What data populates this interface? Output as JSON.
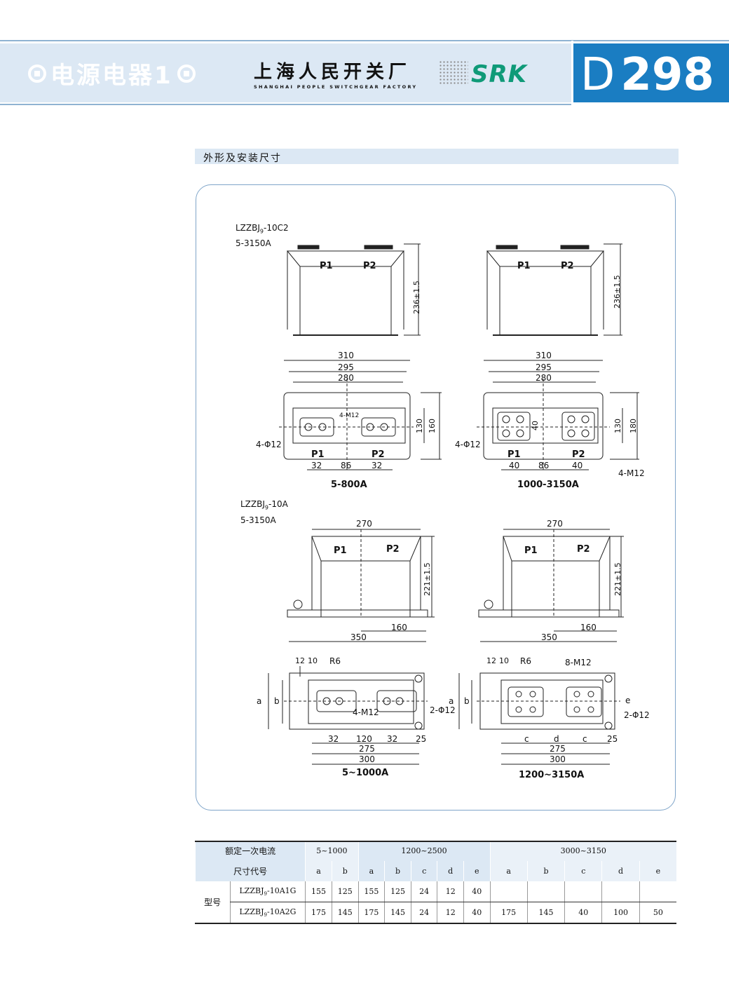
{
  "header": {
    "section_title": "电源电器1",
    "company_cn": "上海人民开关厂",
    "company_en": "SHANGHAI PEOPLE SWITCHGEAR FACTORY",
    "brand": "SRK",
    "page_letter": "D",
    "page_number": "298",
    "icons": [
      "circle-bullet-icon",
      "dot-grid-icon"
    ]
  },
  "section": {
    "title": "外形及安装尺寸"
  },
  "drawings": {
    "model_c2": "LZZBJ",
    "model_c2_sub": "9",
    "model_c2_suffix": "-10C2",
    "model_c2_range": "5-3150A",
    "model_a": "LZZBJ",
    "model_a_sub": "9",
    "model_a_suffix": "-10A",
    "model_a_range": "5-3150A",
    "p1": "P1",
    "p2": "P2",
    "h236": "236±1.5",
    "h221": "221±1.5",
    "d310": "310",
    "d295": "295",
    "d280": "280",
    "d130": "130",
    "d160": "160",
    "d180": "180",
    "d40": "40",
    "d32": "32",
    "d86": "86",
    "m12_4": "4-M12",
    "m12_8": "8-M12",
    "phi12_4": "4-Φ12",
    "phi12_2": "2-Φ12",
    "cap_800": "5-800A",
    "cap_3150": "1000-3150A",
    "d270": "270",
    "d350": "350",
    "d12": "12",
    "d10": "10",
    "r6": "R6",
    "a": "a",
    "b": "b",
    "c": "c",
    "d": "d",
    "e": "e",
    "d120": "120",
    "d25": "25",
    "d275": "275",
    "d300": "300",
    "cap_1000": "5~1000A",
    "cap_1200": "1200~3150A"
  },
  "spec_table": {
    "header_label": "额定一次电流",
    "groups": [
      "5~1000",
      "1200~2500",
      "3000~3150"
    ],
    "dim_label": "尺寸代号",
    "dim_codes": [
      "a",
      "b",
      "a",
      "b",
      "c",
      "d",
      "e",
      "a",
      "b",
      "c",
      "d",
      "e"
    ],
    "category_label": "型号",
    "rows": [
      {
        "model": "LZZBJ",
        "model_sub": "9",
        "model_suffix": "-10A1G",
        "values": [
          "155",
          "125",
          "155",
          "125",
          "24",
          "12",
          "40",
          "",
          "",
          "",
          "",
          ""
        ]
      },
      {
        "model": "LZZBJ",
        "model_sub": "9",
        "model_suffix": "-10A2G",
        "values": [
          "175",
          "145",
          "175",
          "145",
          "24",
          "12",
          "40",
          "175",
          "145",
          "40",
          "100",
          "50"
        ]
      }
    ]
  }
}
